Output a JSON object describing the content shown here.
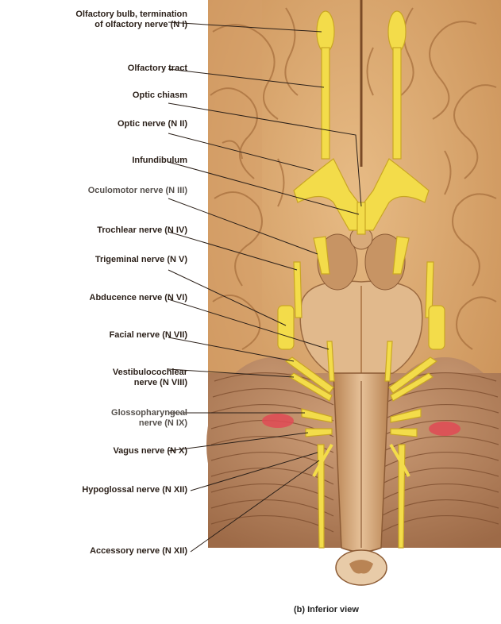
{
  "labels": [
    {
      "id": "olfactory-bulb",
      "text": "Olfactory bulb, termination\nof olfactory nerve (N I)"
    },
    {
      "id": "olfactory-tract",
      "text": "Olfactory tract"
    },
    {
      "id": "optic-chiasm",
      "text": "Optic chiasm"
    },
    {
      "id": "optic-nerve",
      "text": "Optic nerve (N II)"
    },
    {
      "id": "infundibulum",
      "text": "Infundibulum"
    },
    {
      "id": "oculomotor-nerve",
      "text": "Oculomotor nerve (N III)"
    },
    {
      "id": "trochlear-nerve",
      "text": "Trochlear nerve (N IV)"
    },
    {
      "id": "trigeminal-nerve",
      "text": "Trigeminal nerve (N V)"
    },
    {
      "id": "abducens-nerve",
      "text": "Abducence nerve (N VI)"
    },
    {
      "id": "facial-nerve",
      "text": "Facial nerve (N VII)"
    },
    {
      "id": "vestibulocochlear-nerve",
      "text": "Vestibulocochlear\nnerve (N VIII)"
    },
    {
      "id": "glossopharyngeal-nerve",
      "text": "Glossopharyngeal\nnerve (N IX)"
    },
    {
      "id": "vagus-nerve",
      "text": "Vagus nerve (N X)"
    },
    {
      "id": "hypoglossal-nerve",
      "text": "Hypoglossal nerve (N XII)"
    },
    {
      "id": "accessory-nerve",
      "text": "Accessory nerve (N XII)"
    }
  ],
  "caption": "(b) Inferior view",
  "colors": {
    "brain": "#d9a872",
    "brainDark": "#a8703e",
    "nerve": "#f3dc4a",
    "nerveEdge": "#c9a623",
    "cerebellum": "#c08a63",
    "red": "#e04a55"
  }
}
